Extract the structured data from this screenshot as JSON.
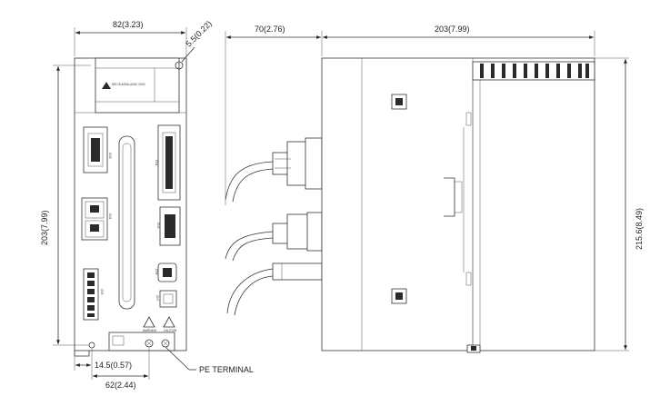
{
  "dimensions": {
    "front_width": "82(3.23)",
    "corner_hole": "5.5(0.22)",
    "front_height": "203(7.99)",
    "bottom_offset": "14.5(0.57)",
    "bottom_width": "62(2.44)",
    "connector_depth": "70(2.76)",
    "side_depth": "203(7.99)",
    "side_height": "215.6(8.49)"
  },
  "labels": {
    "pe_terminal": "PE TERMINAL",
    "front_model": "AC 200V",
    "logo_text": "DELTA ASDA-A2",
    "cn3": "CN3",
    "cn4": "CN4",
    "cn5": "CN5",
    "cn1": "CN1",
    "cn2": "CN2",
    "cn6": "CN6",
    "cn7": "CN7",
    "warning": "WARNING",
    "caution": "CAUTION"
  }
}
